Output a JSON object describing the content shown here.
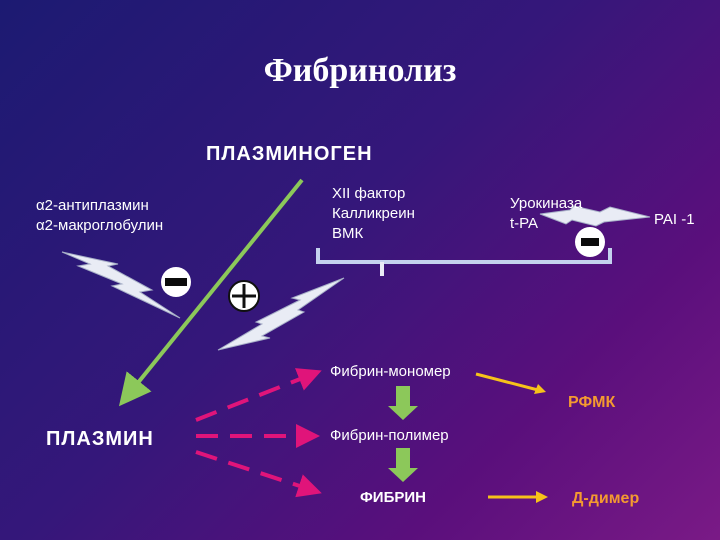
{
  "title": "Фибринолиз",
  "nodes": {
    "plasminogen": "ПЛАЗМИНОГЕН",
    "plasmin": "ПЛАЗМИН",
    "inhibitors": [
      "α2-антиплазмин",
      "α2-макроглобулин"
    ],
    "activators": [
      "XII фактор",
      "Калликреин",
      "ВМК"
    ],
    "urokinase": [
      "Урокиназа",
      "t-PA"
    ],
    "pai": "PAI -1",
    "fibrin_monomer": "Фибрин-мономер",
    "fibrin_polymer": "Фибрин-полимер",
    "fibrin": "ФИБРИН",
    "rfmk": "РФМК",
    "d_dimer": "Д-димер"
  },
  "colors": {
    "green_arrow": "#8cc85a",
    "pink_arrow": "#e0147a",
    "yellow_arrow": "#f6c21a",
    "orange_text": "#f49a30",
    "light_line": "#c4d2ee",
    "bolt": "#e9ecf5"
  },
  "icons": [
    "minus-sign-icon",
    "plus-sign-icon",
    "lightning-bolt-icon"
  ]
}
